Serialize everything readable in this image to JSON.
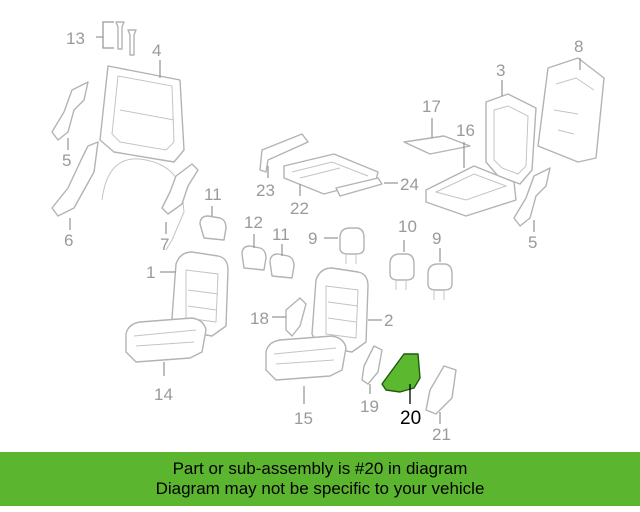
{
  "diagram": {
    "labels": [
      "13",
      "4",
      "8",
      "3",
      "17",
      "16",
      "5",
      "6",
      "11",
      "7",
      "23",
      "22",
      "24",
      "10",
      "9",
      "12",
      "11",
      "9",
      "1",
      "18",
      "2",
      "5",
      "14",
      "15",
      "19",
      "21"
    ],
    "highlight_label": "20",
    "colors": {
      "highlight": "#5cb82e",
      "line": "#b3b3b3",
      "label": "#9a9a9a"
    }
  },
  "banner": {
    "line1": "Part or sub-assembly is #20 in diagram",
    "line2": "Diagram may not be specific to your vehicle",
    "color": "#5cb52f"
  }
}
